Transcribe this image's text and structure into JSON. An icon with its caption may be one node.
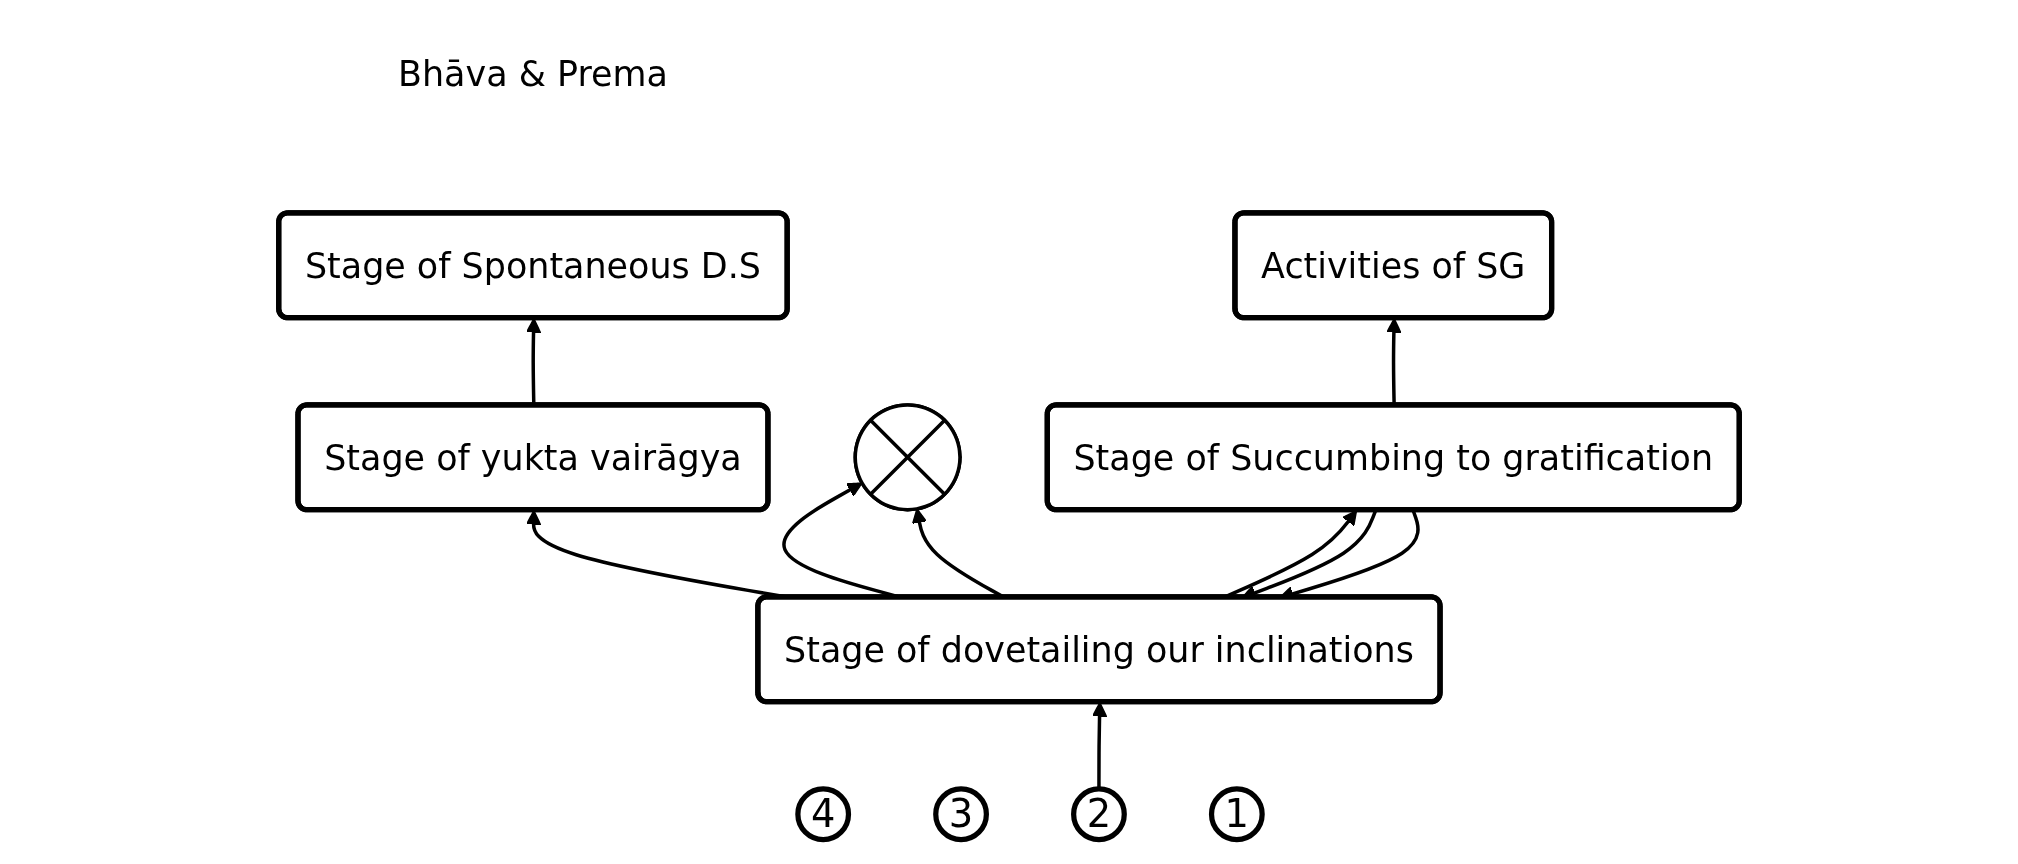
{
  "diagram": {
    "nodes": [
      {
        "text": [
          "4"
        ]
      },
      {
        "text": [
          "Stage of Spontaneous D.S"
        ],
        "beside": [
          "Bhāva & Prema"
        ]
      },
      {
        "text": [
          "3"
        ]
      },
      {
        "text": [
          "Stage of yukta vairāgya"
        ]
      },
      {
        "text": [
          "2"
        ]
      },
      {
        "text": [
          "Stage of dovetailing our inclinations"
        ]
      },
      {
        "text": [],
        "shape": "cross"
      },
      {
        "text": [
          "1"
        ]
      },
      {
        "text": [
          "Stage of Succumbing to gratification"
        ]
      },
      {
        "text": [
          "Activities of SG"
        ]
      }
    ],
    "edges": [
      {
        "from": 3,
        "to": 1,
        "arrow": "to"
      },
      {
        "from": 5,
        "to": 3,
        "arrow": "to"
      },
      {
        "from": 4,
        "to": 5,
        "arrow": "to"
      },
      {
        "from": 8,
        "to": 5,
        "arrow": "to"
      },
      {
        "from": 5,
        "to": 8,
        "arrow": "to"
      },
      {
        "from": 8,
        "to": 5,
        "arrow": "to"
      },
      {
        "from": 5,
        "to": 6,
        "arrow": "to"
      },
      {
        "from": 5,
        "to": 6,
        "arrow": "to"
      },
      {
        "from": 8,
        "to": 9,
        "arrow": "to"
      }
    ]
  }
}
